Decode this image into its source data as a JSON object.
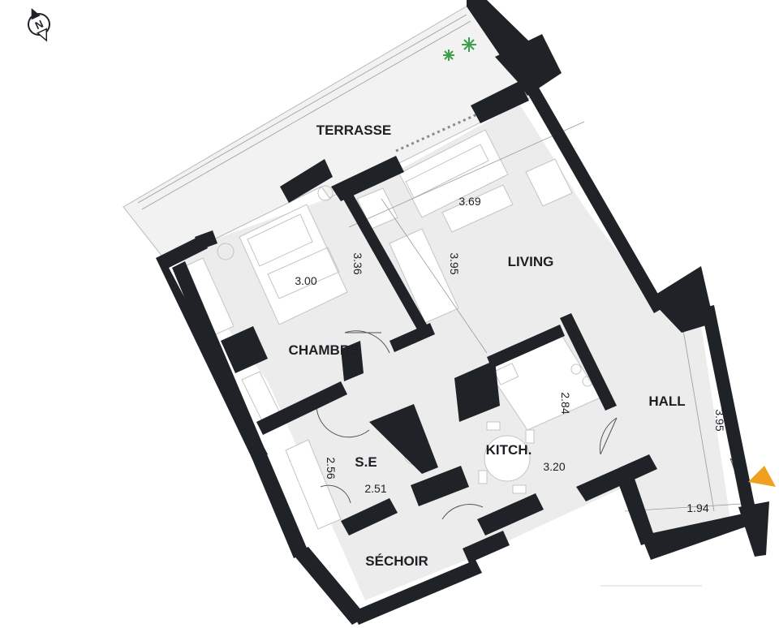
{
  "plan": {
    "rooms": {
      "terrasse": "TERRASSE",
      "living": "LIVING",
      "chambre": "CHAMBRE",
      "hall": "HALL",
      "se": "S.E",
      "kitchen": "KITCH.",
      "sechoir": "SÉCHOIR"
    },
    "dimensions": {
      "living_width": "3.69",
      "living_depth": "3.95",
      "chambre_width": "3.00",
      "chambre_depth": "3.36",
      "kitchen_depth": "2.84",
      "kitchen_width": "3.20",
      "se_depth": "2.56",
      "se_width": "2.51",
      "hall_depth": "3.95",
      "hall_width": "1.94"
    },
    "compass": {
      "label": "N"
    },
    "colors": {
      "walls": "#1f2226",
      "floor": "#ececec",
      "entrance_arrow": "#f0a020",
      "plants": "#3aa04a"
    },
    "icons": [
      "compass-icon",
      "entrance-arrow-icon",
      "plant-icon"
    ]
  }
}
